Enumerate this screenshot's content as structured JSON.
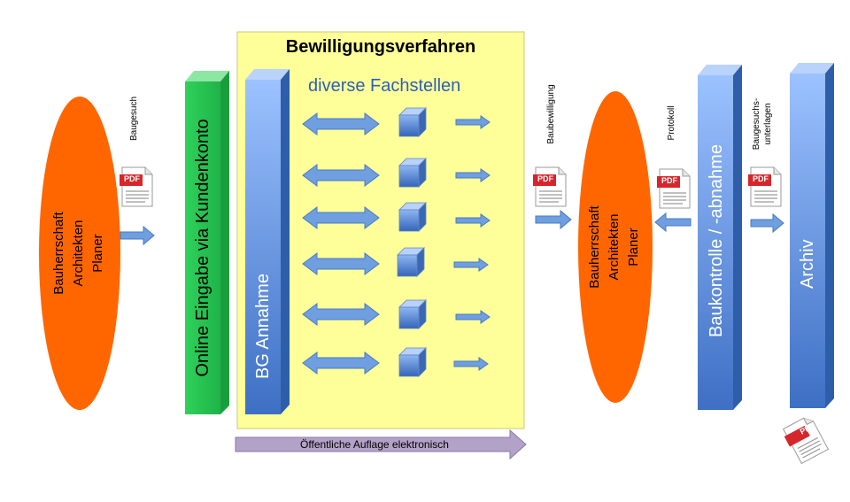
{
  "process": {
    "title": "Bewilligungsverfahren",
    "subtitle": "diverse Fachstellen",
    "applicant_left": [
      "Bauherrschaft",
      "Architekten",
      "Planer"
    ],
    "applicant_right": [
      "Bauherrschaft",
      "Architekten",
      "Planer"
    ],
    "online_entry": "Online Eingabe via Kundenkonto",
    "bg_intake": "BG Annahme",
    "construction_control": "Baukontrolle / -abnahme",
    "archive": "Archiv",
    "public_display": "Öffentliche Auflage elektronisch"
  },
  "documents": {
    "baugesuch": "Baugesuch",
    "baubewilligung": "Baubewilligung",
    "protokoll": "Protokoll",
    "unterlagen_1": "Baugesuchs-",
    "unterlagen_2": "unterlagen",
    "pdf_label": "PDF"
  },
  "colors": {
    "ellipse_orange": "#ff6600",
    "green_block": "#33cc66",
    "blue_column": "#5b8fd6",
    "yellow_panel": "#ffff99",
    "arrow_blue": "#6f9fe0",
    "purple_arrow": "#b3a2c7",
    "pdf_red": "#d6262b"
  }
}
